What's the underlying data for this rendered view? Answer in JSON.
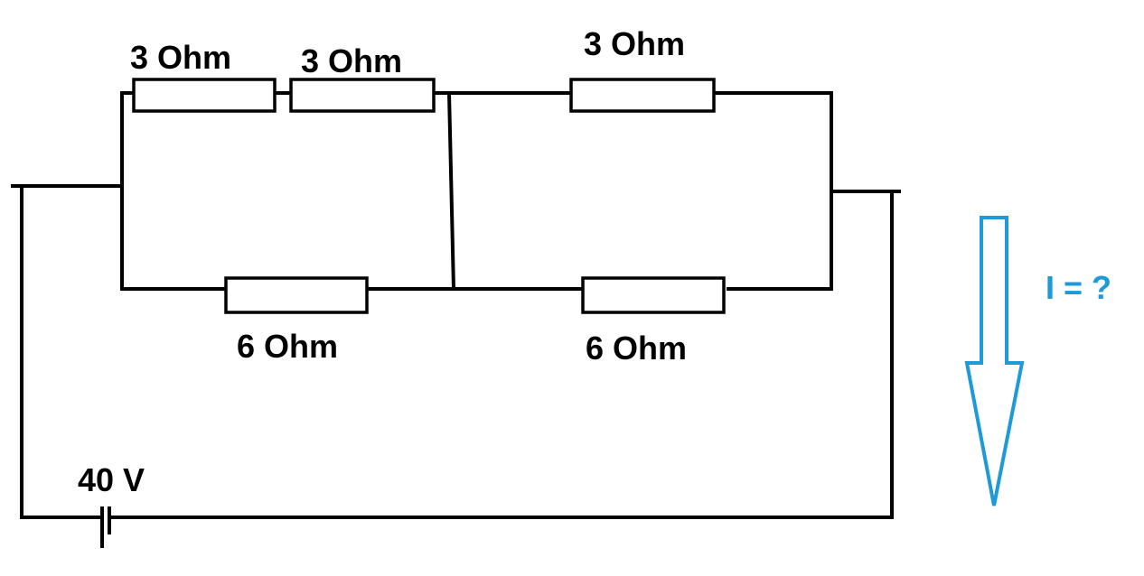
{
  "diagram": {
    "resistors": [
      {
        "label": "3 Ohm"
      },
      {
        "label": "3 Ohm"
      },
      {
        "label": "3 Ohm"
      },
      {
        "label": "6 Ohm"
      },
      {
        "label": "6 Ohm"
      }
    ],
    "source": {
      "label": "40 V"
    },
    "current": {
      "label": "I = ?"
    },
    "colors": {
      "wire": "#000000",
      "accent": "#1e9ad6"
    }
  }
}
